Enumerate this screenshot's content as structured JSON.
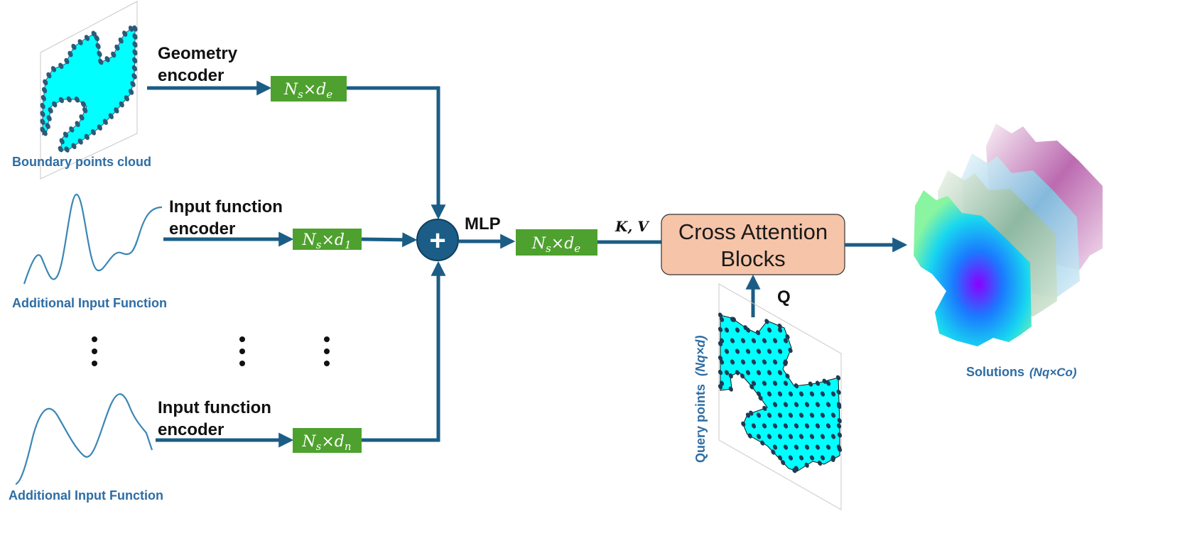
{
  "colors": {
    "arrow": "#1b5d86",
    "encoding_box": "#4ea12e",
    "cross_attention_box": "#f6c4a8",
    "sum_node": "#1b5d86",
    "caption": "#2e6da4",
    "geometry_fill": "#00ffff",
    "point_dots": "#2c5a78"
  },
  "labels": {
    "geometry_encoder_l1": "Geometry",
    "geometry_encoder_l2": "encoder",
    "input_encoder1_l1": "Input function",
    "input_encoder1_l2": "encoder",
    "input_encoder2_l1": "Input function",
    "input_encoder2_l2": "encoder",
    "boundary_caption": "Boundary points cloud",
    "additional_input_1": "Additional Input Function",
    "additional_input_2": "Additional Input Function",
    "mlp": "MLP",
    "kv": "K, V",
    "q": "Q",
    "cross_attention_l1": "Cross Attention",
    "cross_attention_l2": "Blocks",
    "query_points": "Query points",
    "query_points_shape": "(Nq×d)",
    "solutions": "Solutions",
    "solutions_shape": "(Nq×Co)",
    "plus": "+"
  },
  "boxes": {
    "geometry": {
      "main": "N",
      "sub1": "s",
      "mid": "×d",
      "sub2": "e"
    },
    "input1": {
      "main": "N",
      "sub1": "s",
      "mid": "×d",
      "sub2": "1"
    },
    "inputn": {
      "main": "N",
      "sub1": "s",
      "mid": "×d",
      "sub2": "n"
    },
    "combined": {
      "main": "N",
      "sub1": "s",
      "mid": "×d",
      "sub2": "e"
    }
  },
  "icons": [
    "ellipsis-vertical",
    "plus-icon",
    "arrow-right",
    "arrow-up"
  ]
}
